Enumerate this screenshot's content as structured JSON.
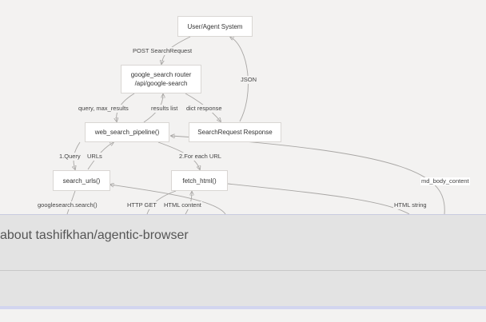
{
  "nodes": {
    "user_agent": "User/Agent System",
    "router_line1": "google_search router",
    "router_line2": "/api/google-search",
    "pipeline": "web_search_pipeline()",
    "response": "SearchRequest Response",
    "search_urls": "search_urls()",
    "fetch_html": "fetch_html()"
  },
  "edge_labels": {
    "post": "POST SearchRequest",
    "json": "JSON",
    "query_max": "query, max_results",
    "results_list": "results list",
    "dict_response": "dict response",
    "query": "1.Query",
    "urls": "URLs",
    "for_each": "2.For each URL",
    "md_body": "md_body_content",
    "googlesearch": "googlesearch.search()",
    "http_get": "HTTP GET",
    "html_content": "HTML content",
    "html_string": "HTML string"
  },
  "overlay": {
    "title": "about tashifkhan/agentic-browser"
  },
  "colors": {
    "background": "#f3f2f1",
    "node_fill": "#ffffff",
    "edge": "#a8a6a4",
    "overlay": "#e2e2e2"
  }
}
